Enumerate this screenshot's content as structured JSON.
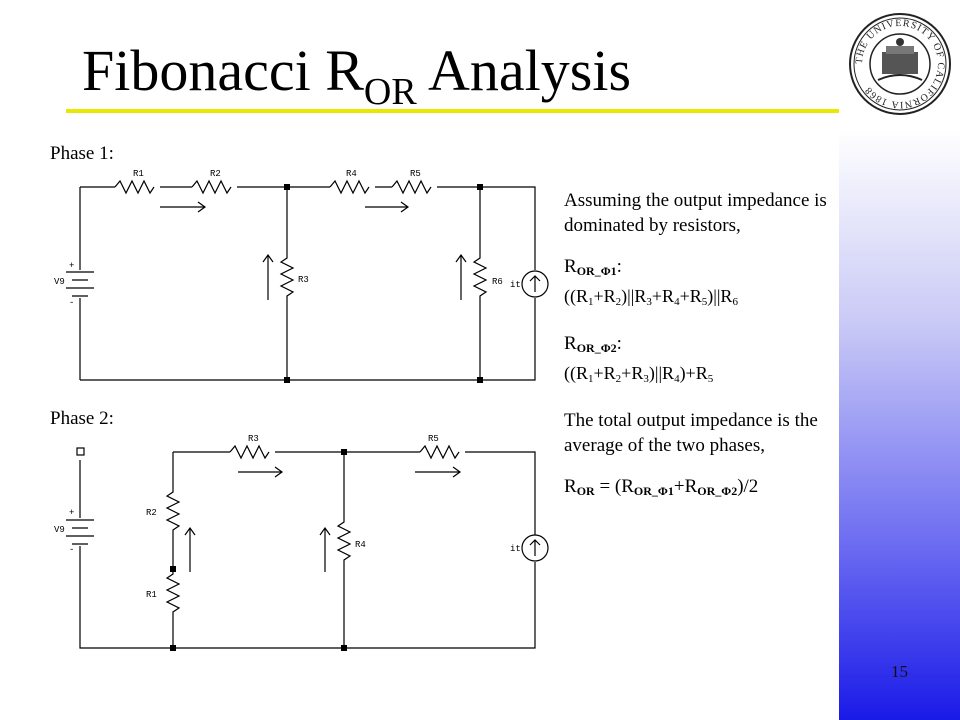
{
  "slide": {
    "title_main": "Fibonacci R",
    "title_sub": "OR",
    "title_tail": "Analysis",
    "page_number": "15",
    "accent_color": "#e8e800",
    "sidebar_color": "#1a1ae8"
  },
  "seal": {
    "icon": "university-of-california-seal-icon",
    "text": "THE UNIVERSITY OF CALIFORNIA 1868"
  },
  "phase1": {
    "label": "Phase 1:",
    "components": {
      "r1": "R1",
      "r2": "R2",
      "r3": "R3",
      "r4": "R4",
      "r5": "R5",
      "r6": "R6",
      "vsource": "V9",
      "isource": "it",
      "plus": "+",
      "minus": "-"
    }
  },
  "phase2": {
    "label": "Phase 2:",
    "components": {
      "r1": "R1",
      "r2": "R2",
      "r3": "R3",
      "r4": "R4",
      "r5": "R5",
      "vsource": "V9",
      "isource": "it",
      "plus": "+",
      "minus": "-"
    }
  },
  "text": {
    "intro": "Assuming the output impedance is dominated by resistors,",
    "r_main": "R",
    "r_or_label": "OR_Φ1",
    "r_or_label2": "OR_Φ2",
    "phase1_expr": [
      "((R",
      "1",
      "+R",
      "2",
      ")||R",
      "3",
      "+R",
      "4",
      "+R",
      "5",
      ")||R",
      "6"
    ],
    "phase2_expr": [
      "((R",
      "1",
      "+R",
      "2",
      "+R",
      "3",
      ")||R",
      "4",
      ")+R",
      "5"
    ],
    "total_text": "The total output impedance is the average of the two phases,",
    "total_lhs_sub": "OR",
    "total_eq": " = (R",
    "total_plus": "+R",
    "total_tail": ")/2",
    "colon": ":"
  }
}
